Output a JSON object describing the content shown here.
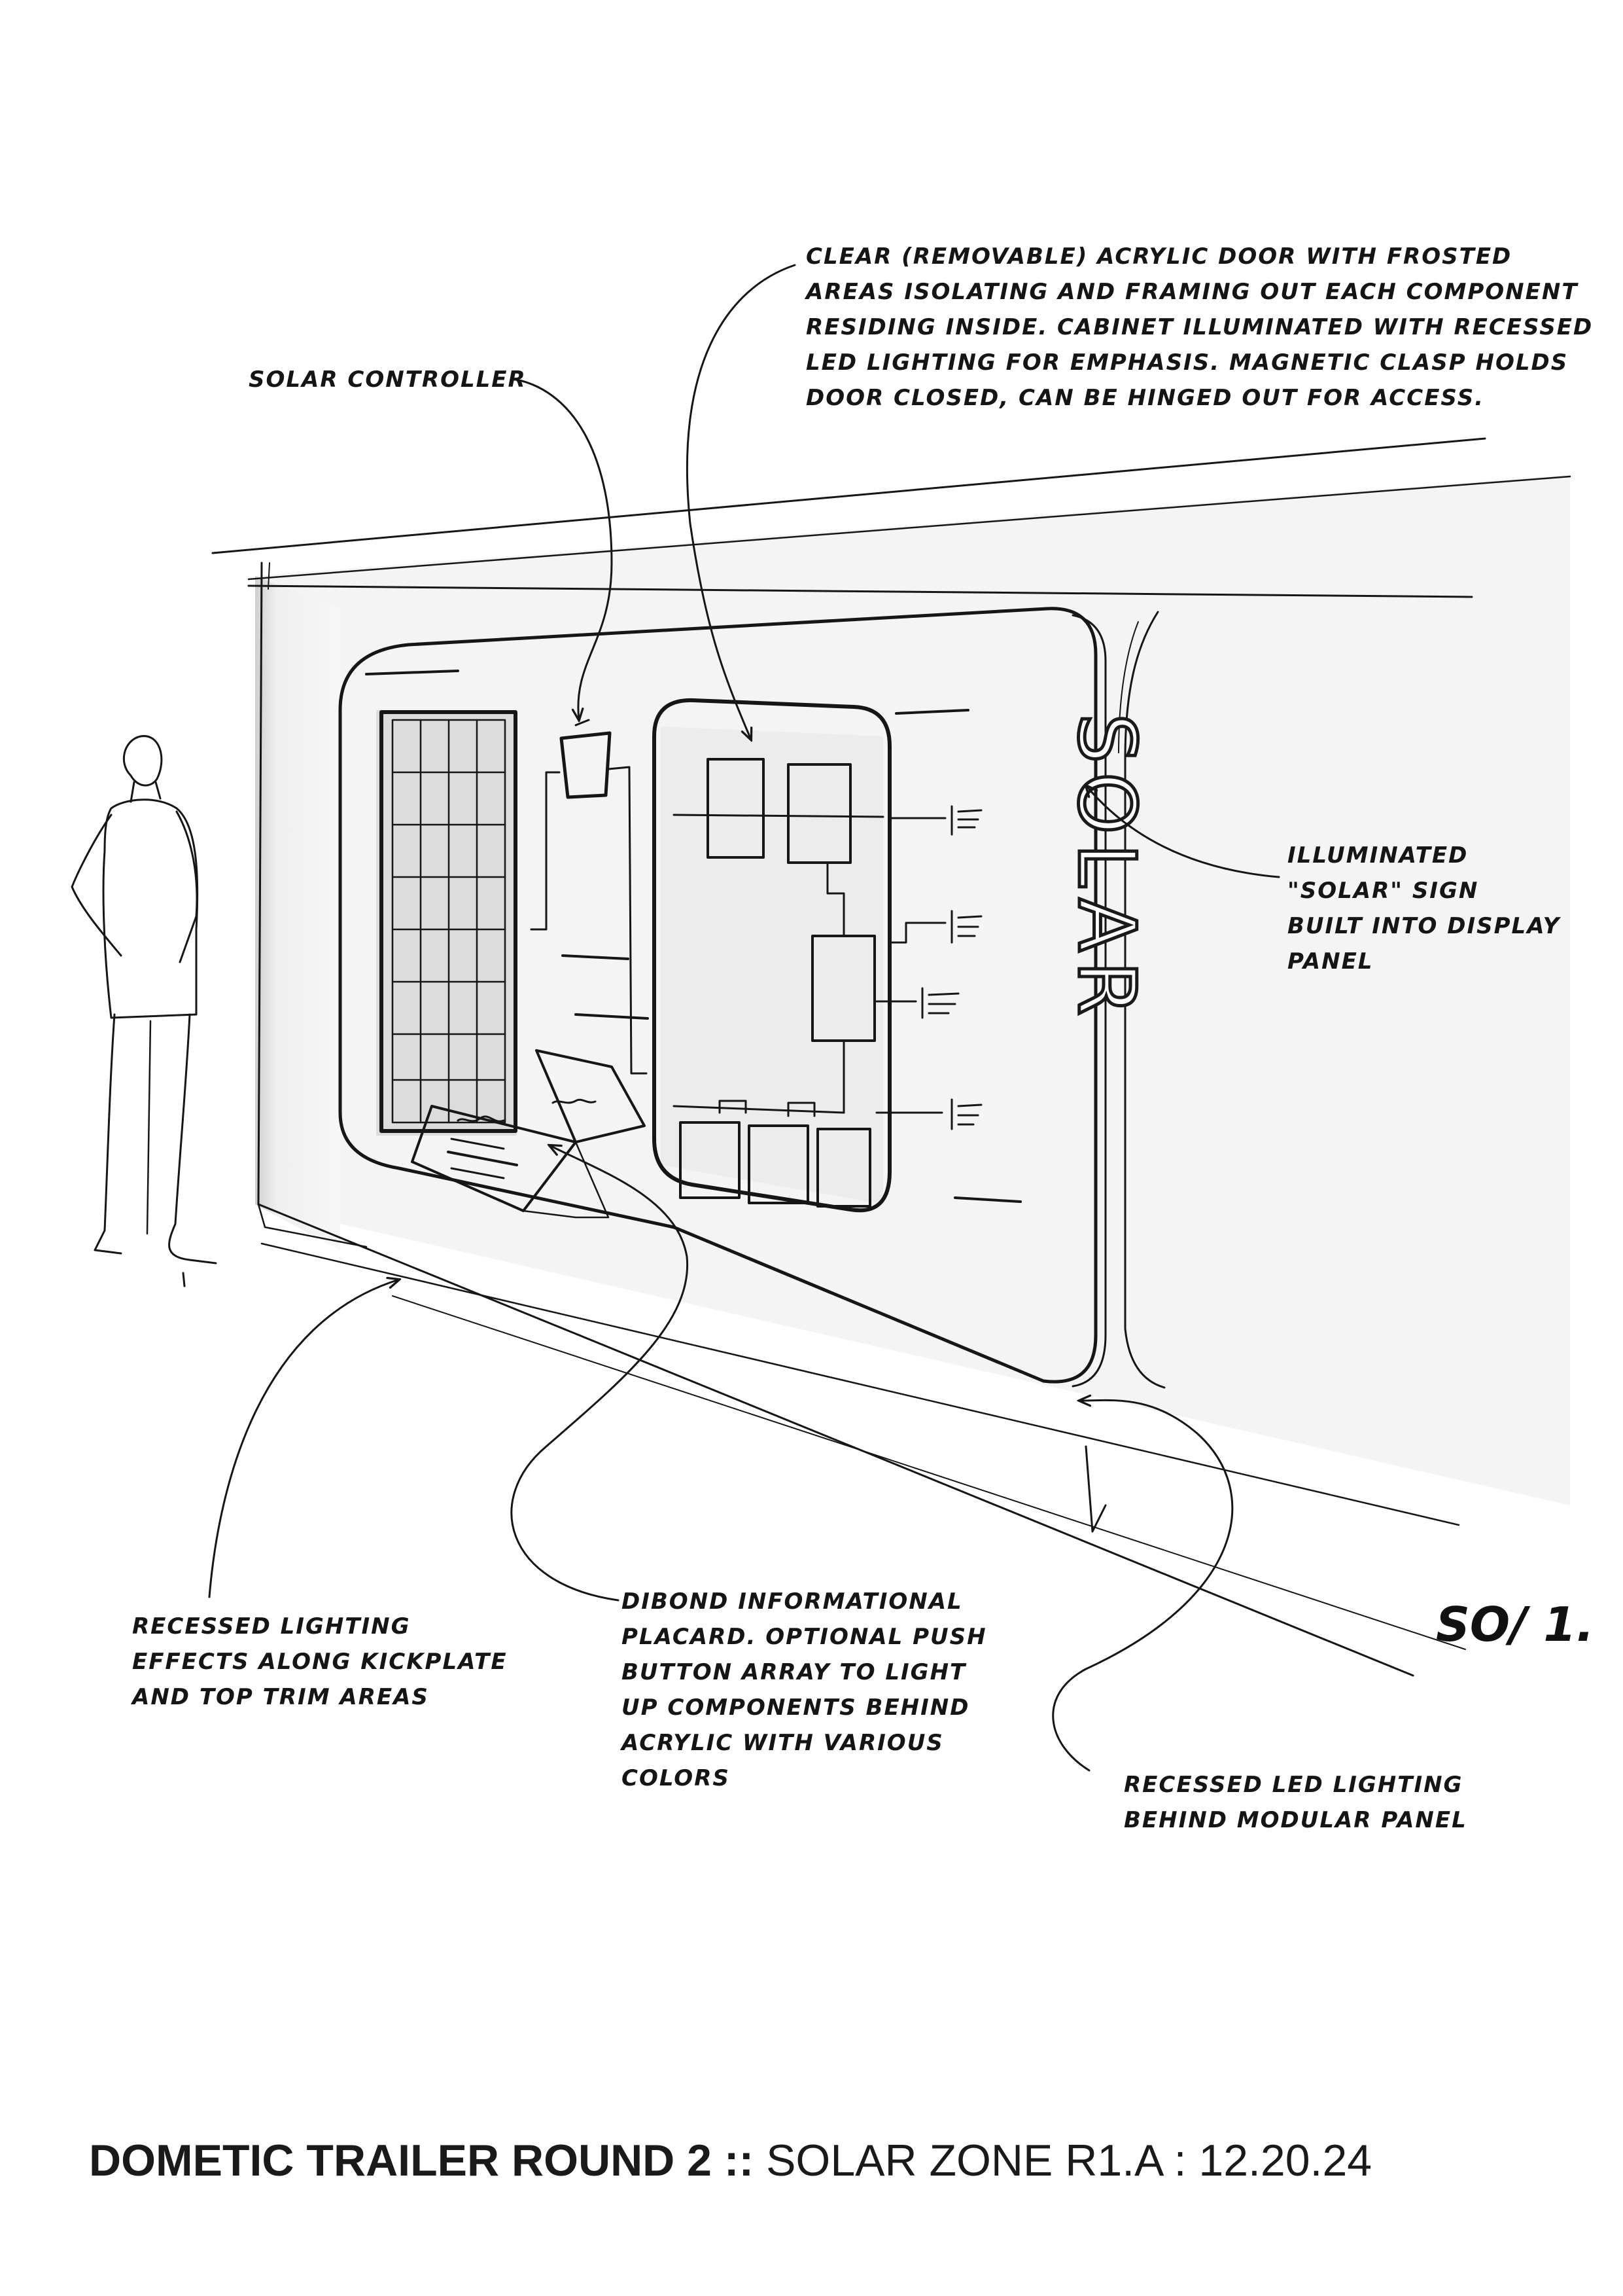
{
  "annotations": {
    "solar_controller": [
      "SOLAR CONTROLLER"
    ],
    "acrylic_door": [
      "CLEAR (REMOVABLE) ACRYLIC DOOR WITH FROSTED",
      "AREAS ISOLATING AND FRAMING OUT EACH COMPONENT",
      "RESIDING INSIDE. CABINET ILLUMINATED WITH RECESSED",
      "LED LIGHTING FOR EMPHASIS. MAGNETIC CLASP HOLDS",
      "DOOR CLOSED, CAN BE HINGED OUT FOR ACCESS."
    ],
    "solar_sign": [
      "ILLUMINATED",
      "\"SOLAR\" SIGN",
      "BUILT INTO DISPLAY",
      "PANEL"
    ],
    "kickplate": [
      "RECESSED LIGHTING",
      "EFFECTS ALONG KICKPLATE",
      "AND TOP TRIM AREAS"
    ],
    "placard": [
      "DIBOND INFORMATIONAL",
      "PLACARD. OPTIONAL PUSH",
      "BUTTON ARRAY TO LIGHT",
      "UP COMPONENTS BEHIND",
      "ACRYLIC WITH VARIOUS",
      "COLORS"
    ],
    "modular_panel": [
      "RECESSED LED LIGHTING",
      "BEHIND MODULAR PANEL"
    ]
  },
  "sign_text": "SOLAR",
  "sheet_code": "SO/ 1.",
  "footer": {
    "project": "DOMETIC TRAILER ROUND 2 ::",
    "detail": " SOLAR ZONE R1.A : 12.20.24"
  }
}
